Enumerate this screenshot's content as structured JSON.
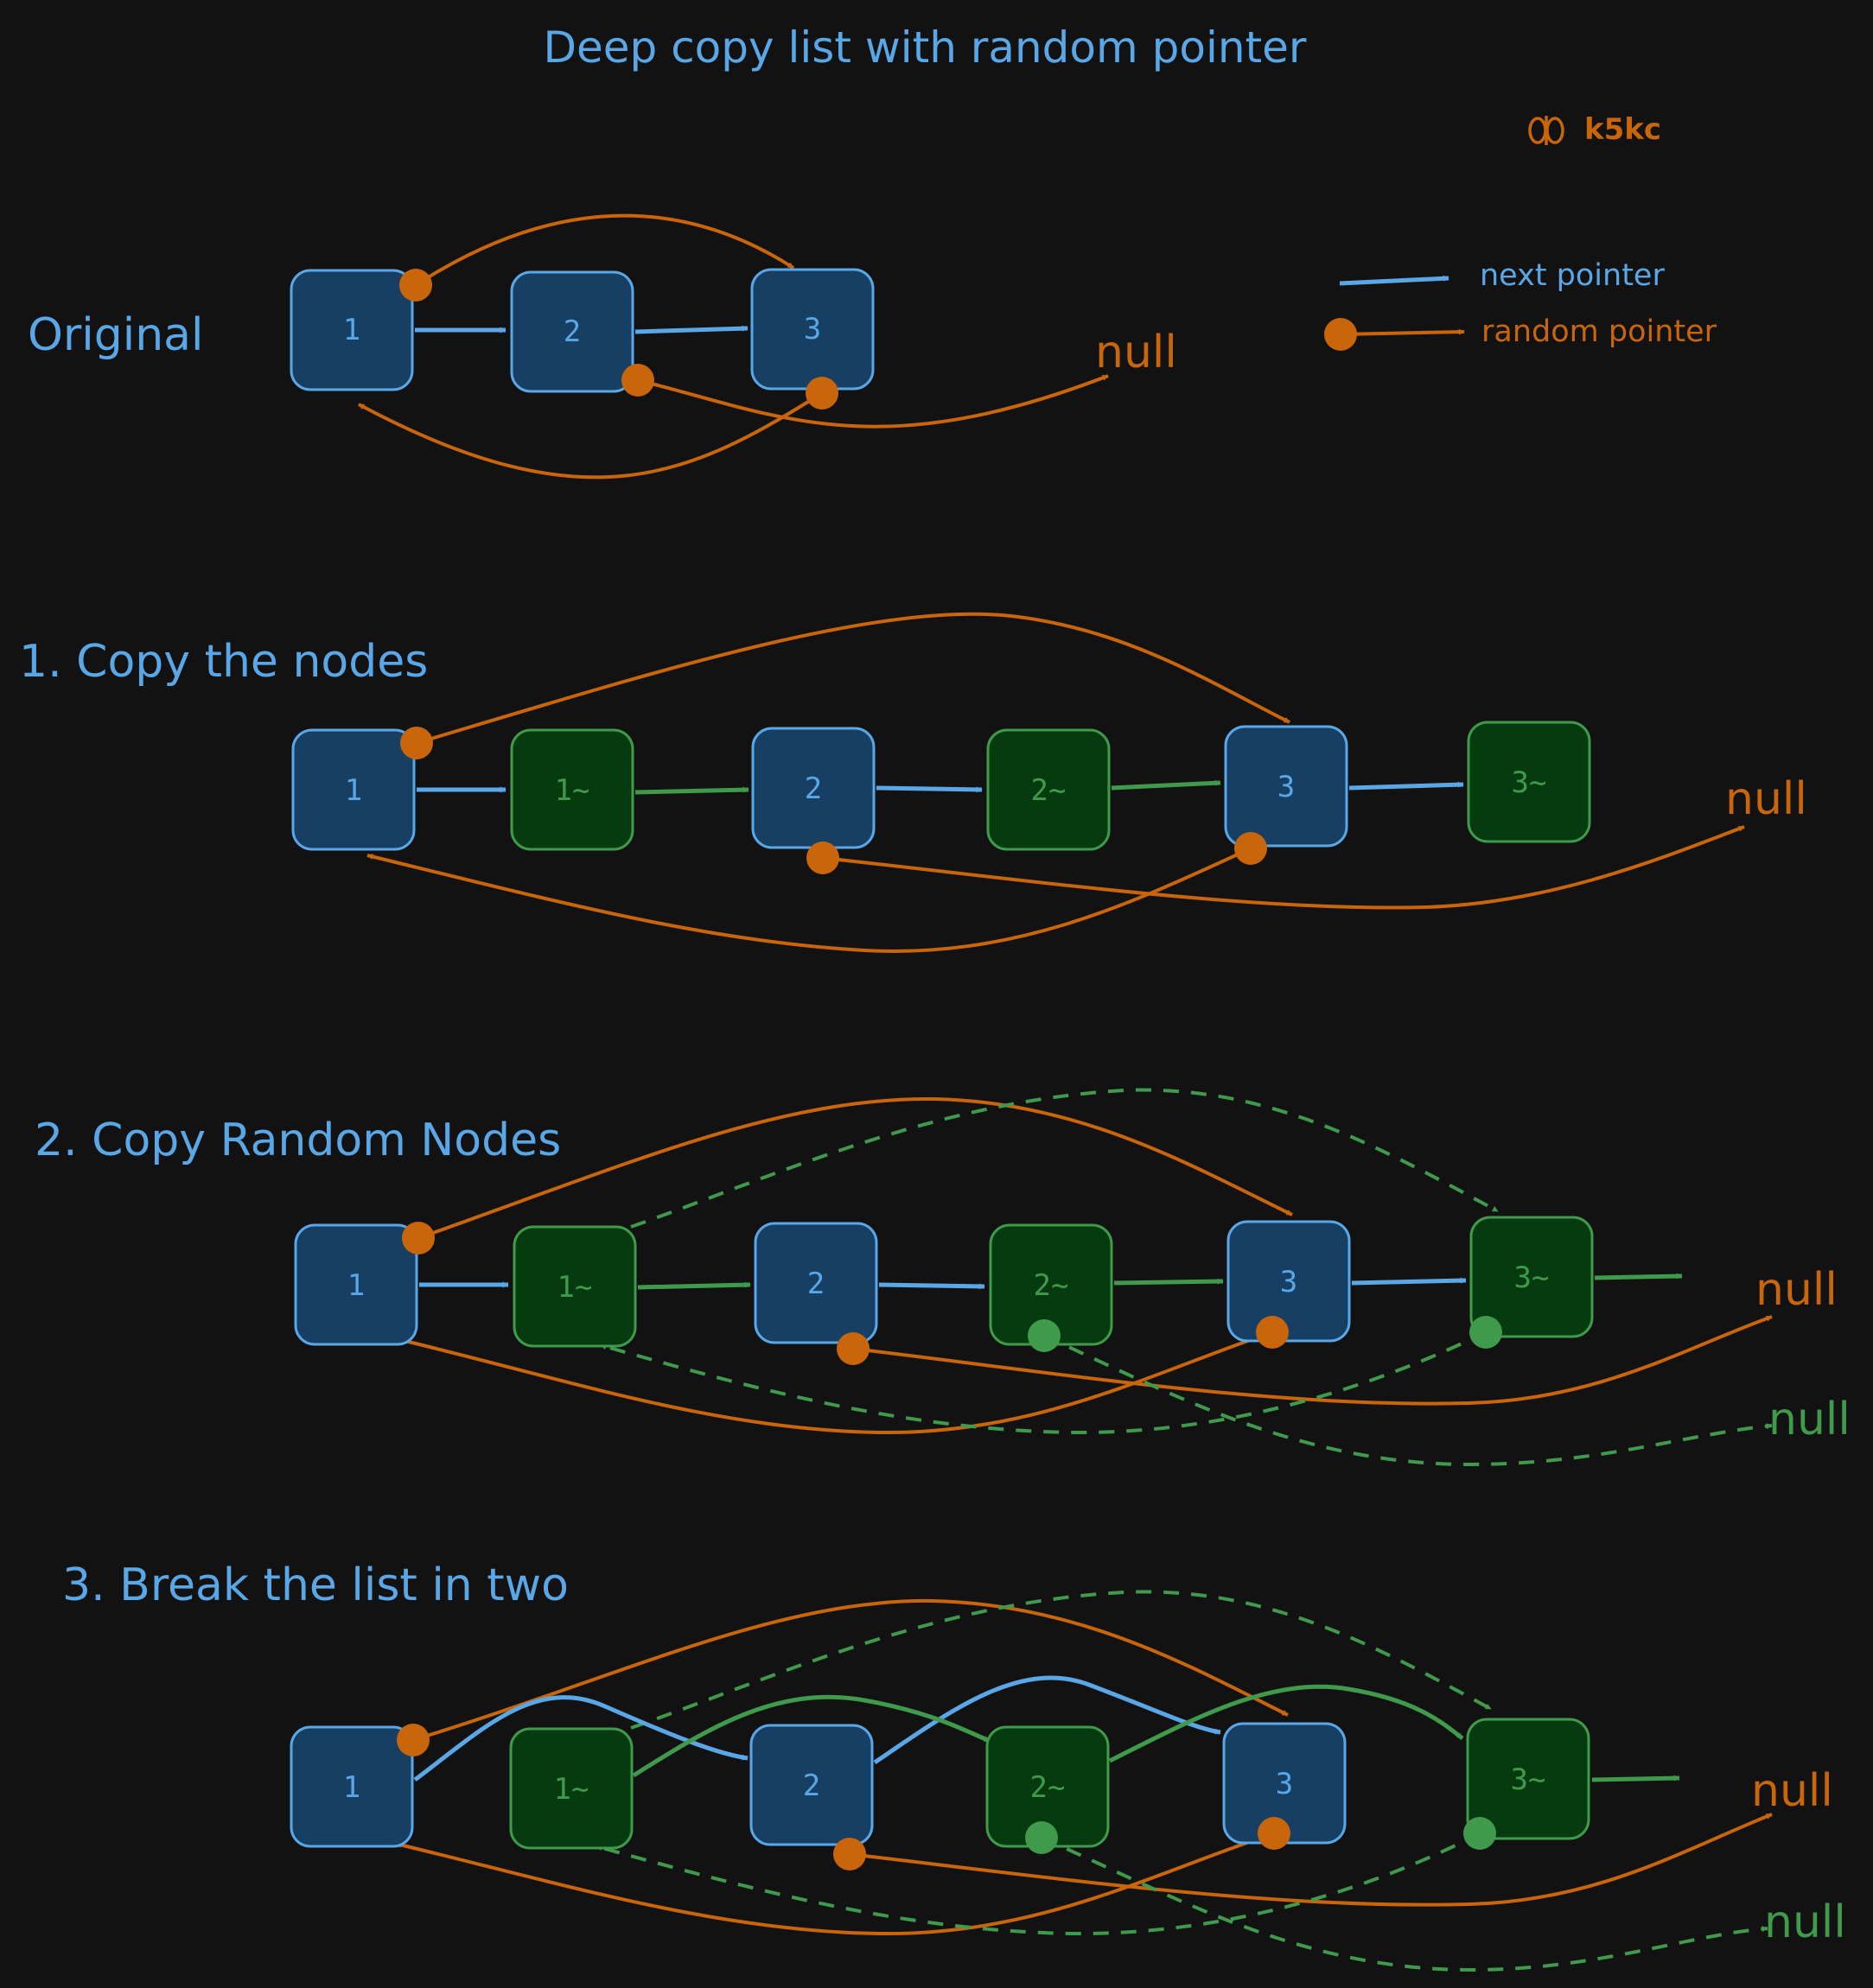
{
  "title": "Deep copy list with random pointer",
  "brand": "k5kc",
  "legend": {
    "next": "next pointer",
    "random": "random pointer"
  },
  "colors": {
    "background": "#121212",
    "blue": "#5aa7e8",
    "blue_fill": "#173f63",
    "green": "#3f9a4c",
    "green_fill": "#053b0f",
    "orange": "#c9650a"
  },
  "null_label": "null",
  "sections": [
    {
      "heading": "Original",
      "nodes": [
        {
          "label": "1",
          "kind": "orig"
        },
        {
          "label": "2",
          "kind": "orig"
        },
        {
          "label": "3",
          "kind": "orig"
        }
      ]
    },
    {
      "heading": "1. Copy the nodes",
      "nodes": [
        {
          "label": "1",
          "kind": "orig"
        },
        {
          "label": "1~",
          "kind": "copy"
        },
        {
          "label": "2",
          "kind": "orig"
        },
        {
          "label": "2~",
          "kind": "copy"
        },
        {
          "label": "3",
          "kind": "orig"
        },
        {
          "label": "3~",
          "kind": "copy"
        }
      ]
    },
    {
      "heading": "2. Copy Random Nodes",
      "nodes": [
        {
          "label": "1",
          "kind": "orig"
        },
        {
          "label": "1~",
          "kind": "copy"
        },
        {
          "label": "2",
          "kind": "orig"
        },
        {
          "label": "2~",
          "kind": "copy"
        },
        {
          "label": "3",
          "kind": "orig"
        },
        {
          "label": "3~",
          "kind": "copy"
        }
      ]
    },
    {
      "heading": "3. Break the list in two",
      "nodes": [
        {
          "label": "1",
          "kind": "orig"
        },
        {
          "label": "1~",
          "kind": "copy"
        },
        {
          "label": "2",
          "kind": "orig"
        },
        {
          "label": "2~",
          "kind": "copy"
        },
        {
          "label": "3",
          "kind": "orig"
        },
        {
          "label": "3~",
          "kind": "copy"
        }
      ]
    }
  ]
}
